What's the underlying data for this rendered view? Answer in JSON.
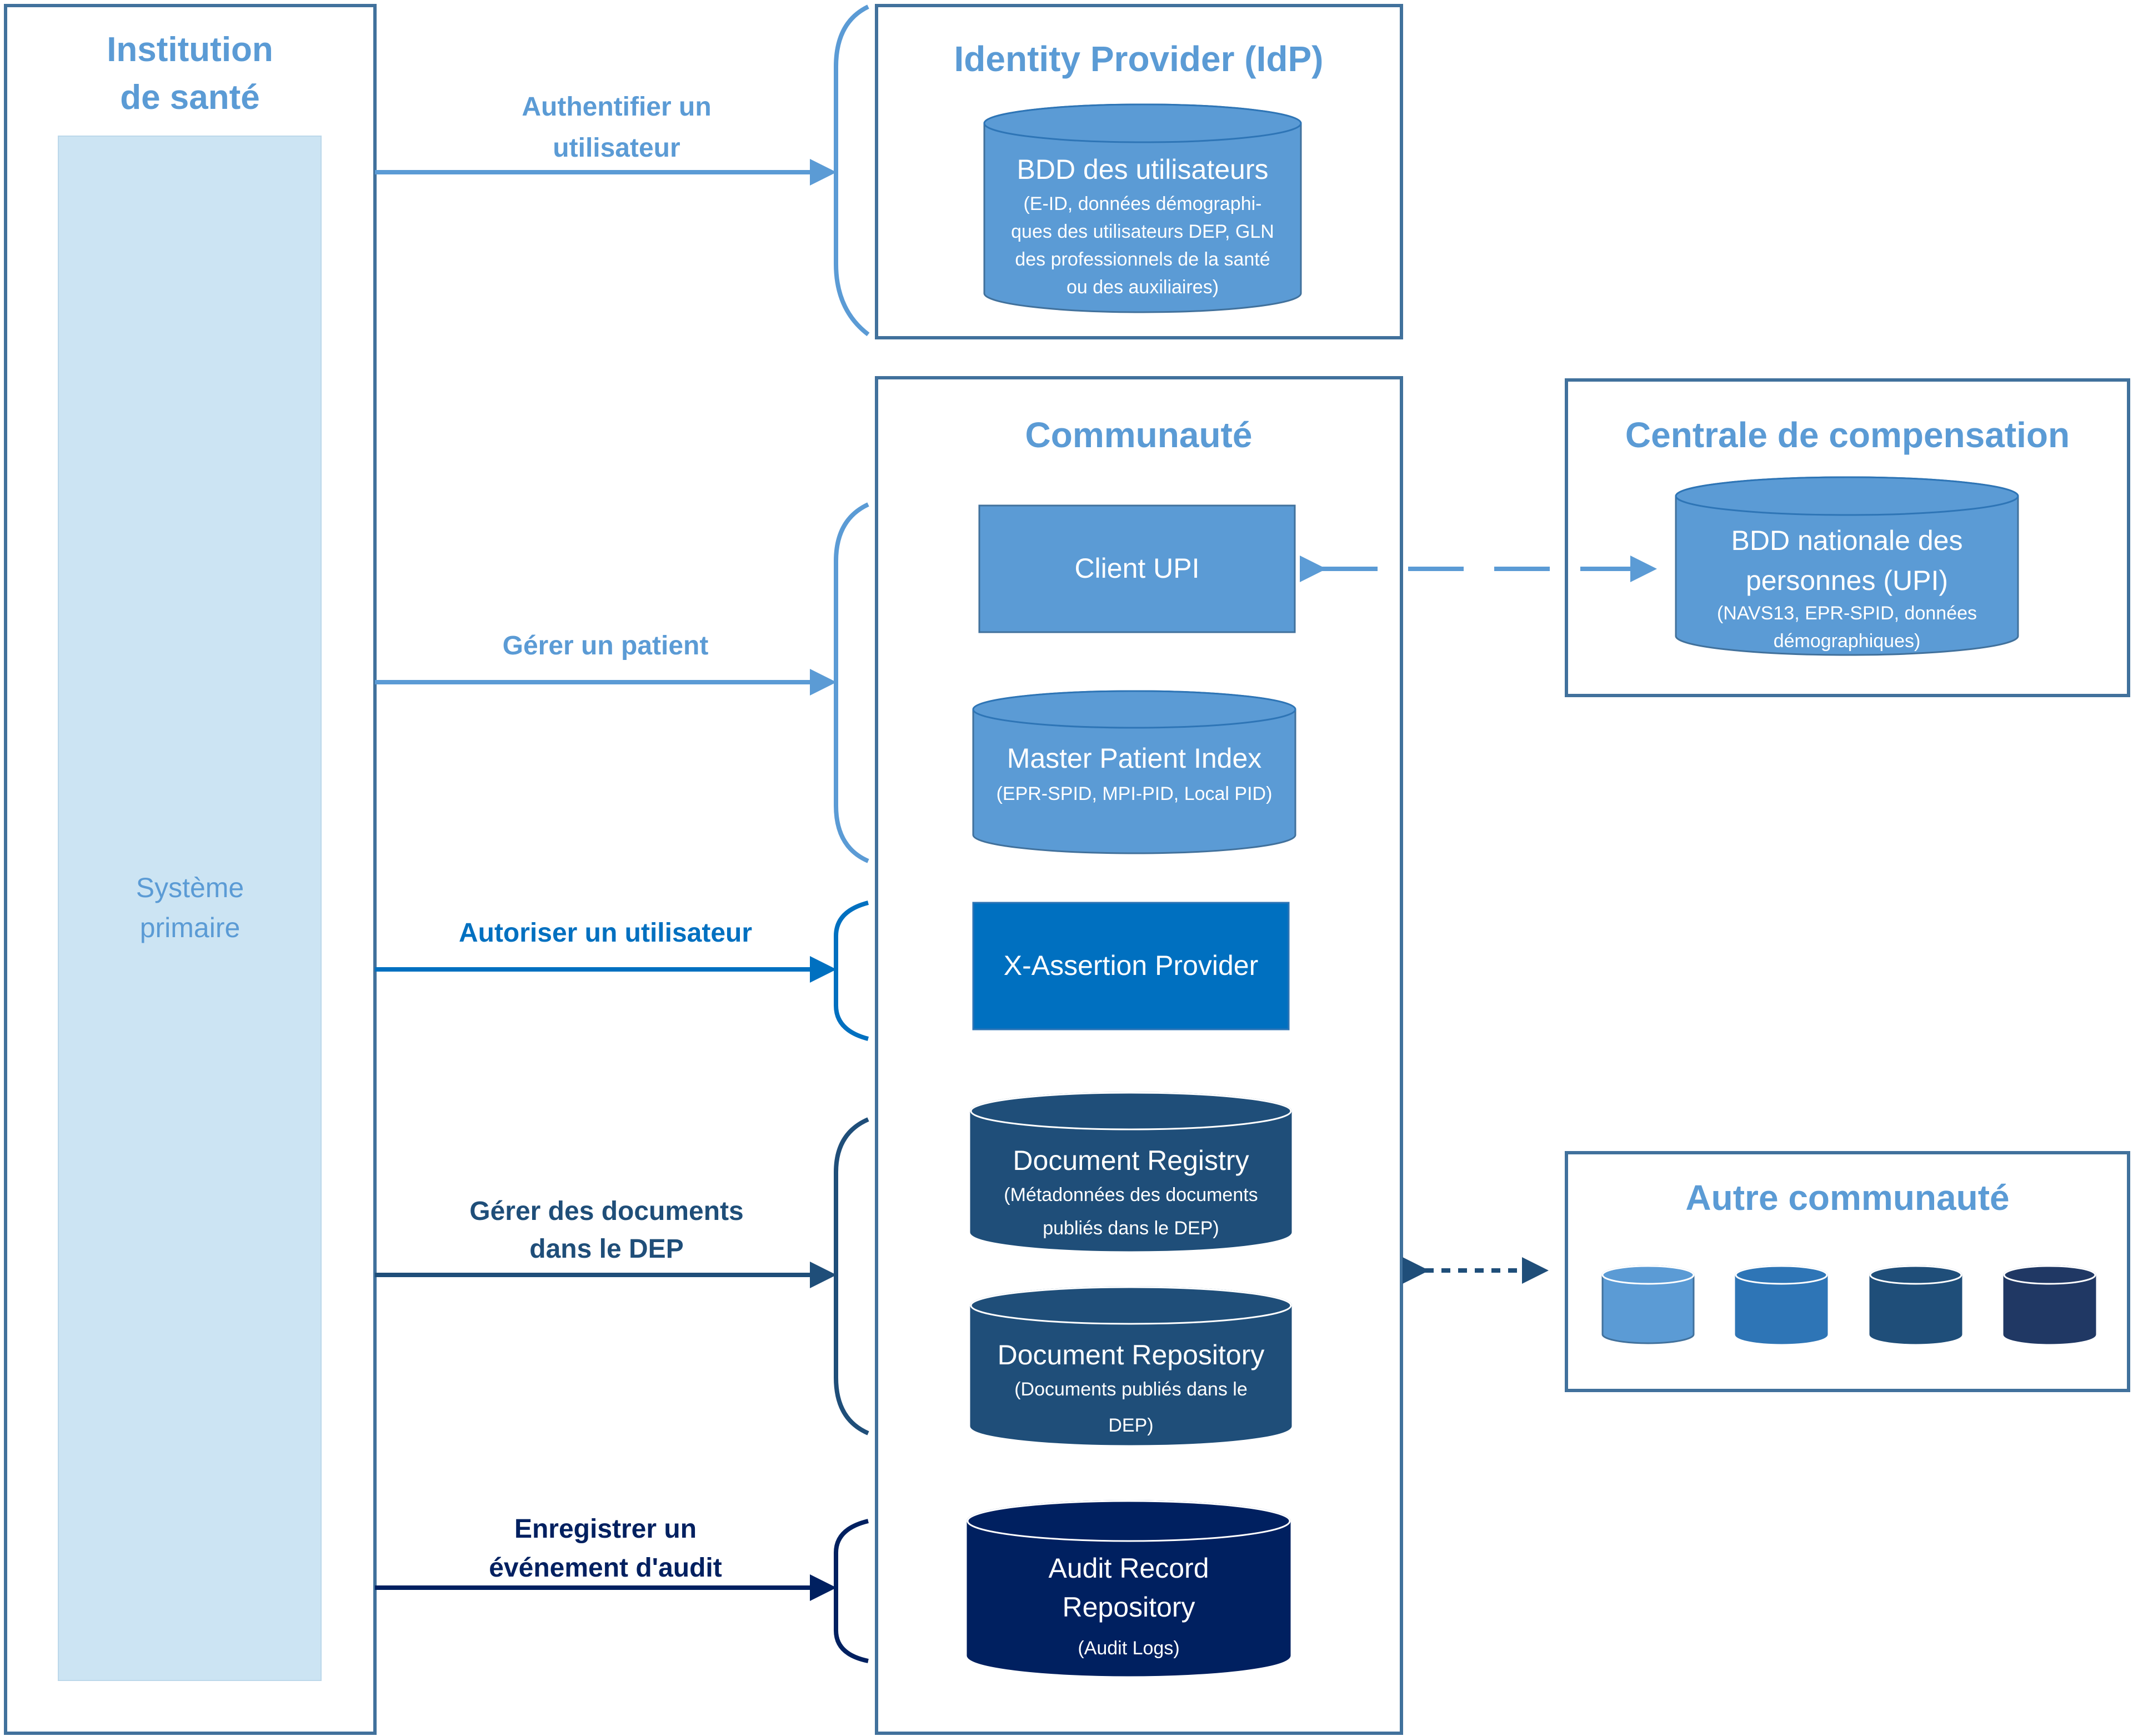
{
  "colors": {
    "frame": "#41719c",
    "light": "#5b9bd5",
    "mid": "#2e75b6",
    "bright": "#0070c0",
    "dark": "#1f4e79",
    "darkest": "#002060",
    "slate": "#203864",
    "pale": "#cce4f3"
  },
  "institution": {
    "title_line1": "Institution",
    "title_line2": "de santé",
    "system_line1": "Système",
    "system_line2": "primaire"
  },
  "idp": {
    "title": "Identity Provider (IdP)",
    "db_title": "BDD des utilisateurs",
    "db_detail": [
      "(E-ID, données démographi-",
      "ques des utilisateurs DEP, GLN",
      "des professionnels de la santé",
      "ou des auxiliaires)"
    ]
  },
  "community": {
    "title": "Communauté",
    "client_upi": "Client UPI",
    "mpi_title": "Master Patient Index",
    "mpi_detail": "(EPR-SPID, MPI-PID, Local PID)",
    "xassertion": "X-Assertion Provider",
    "registry_title": "Document Registry",
    "registry_detail": [
      "(Métadonnées des documents",
      "publiés dans le DEP)"
    ],
    "repository_title": "Document Repository",
    "repository_detail": [
      "(Documents publiés dans le",
      "DEP)"
    ],
    "audit_title": [
      "Audit Record",
      "Repository"
    ],
    "audit_detail": "(Audit Logs)"
  },
  "central": {
    "title": "Centrale de compensation",
    "db_title": [
      "BDD nationale des",
      "personnes (UPI)"
    ],
    "db_detail": [
      "(NAVS13, EPR-SPID, données",
      "démographiques)"
    ]
  },
  "other": {
    "title": "Autre communauté"
  },
  "transactions": {
    "authenticate": [
      "Authentifier un",
      "utilisateur"
    ],
    "manage_patient": "Gérer un patient",
    "authorize": "Autoriser un utilisateur",
    "manage_docs": [
      "Gérer des documents",
      "dans le DEP"
    ],
    "audit": [
      "Enregistrer un",
      "événement d'audit"
    ]
  }
}
